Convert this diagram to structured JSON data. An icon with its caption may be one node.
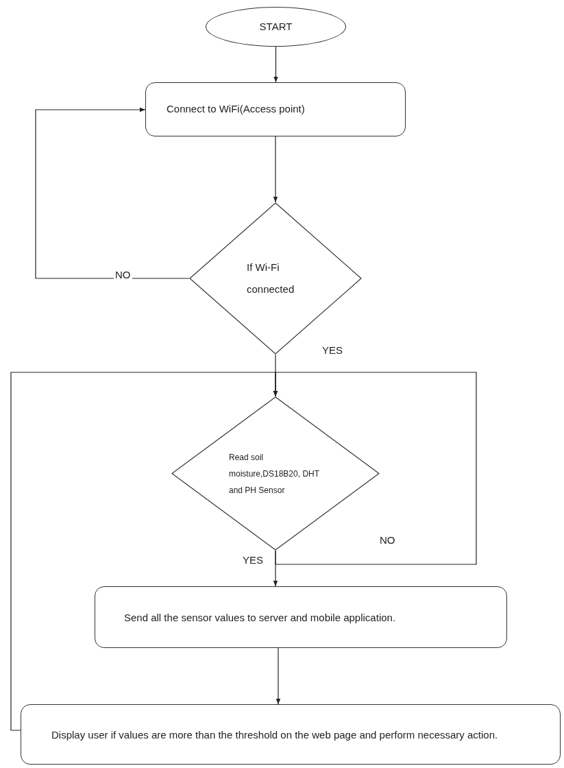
{
  "diagram": {
    "nodes": [
      {
        "text": [
          "START"
        ]
      },
      {
        "text": [
          "Connect to WiFi(Access point)"
        ]
      },
      {
        "text": [
          "If Wi-Fi connected"
        ]
      },
      {
        "text": [
          "Read soil moisture,DS18B20, DHT and PH Sensor"
        ]
      },
      {
        "text": [
          "Send all the sensor values to server and mobile application."
        ]
      },
      {
        "text": [
          "Display user if values are more than the threshold on the web page and perform necessary action."
        ]
      }
    ],
    "edges": [
      {
        "from": 0,
        "to": 1,
        "arrow": "to"
      },
      {
        "from": 1,
        "to": 2,
        "arrow": "to"
      },
      {
        "from": 2,
        "to": 1,
        "arrow": "to",
        "label": "NO"
      },
      {
        "from": 2,
        "to": 3,
        "arrow": "to",
        "label": "YES"
      },
      {
        "from": 3,
        "to": 3,
        "arrow": "to",
        "label": "NO"
      },
      {
        "from": 3,
        "to": 4,
        "arrow": "to",
        "label": "YES"
      },
      {
        "from": 4,
        "to": 5,
        "arrow": "to"
      },
      {
        "from": 5,
        "to": 3,
        "arrow": "to"
      }
    ]
  }
}
